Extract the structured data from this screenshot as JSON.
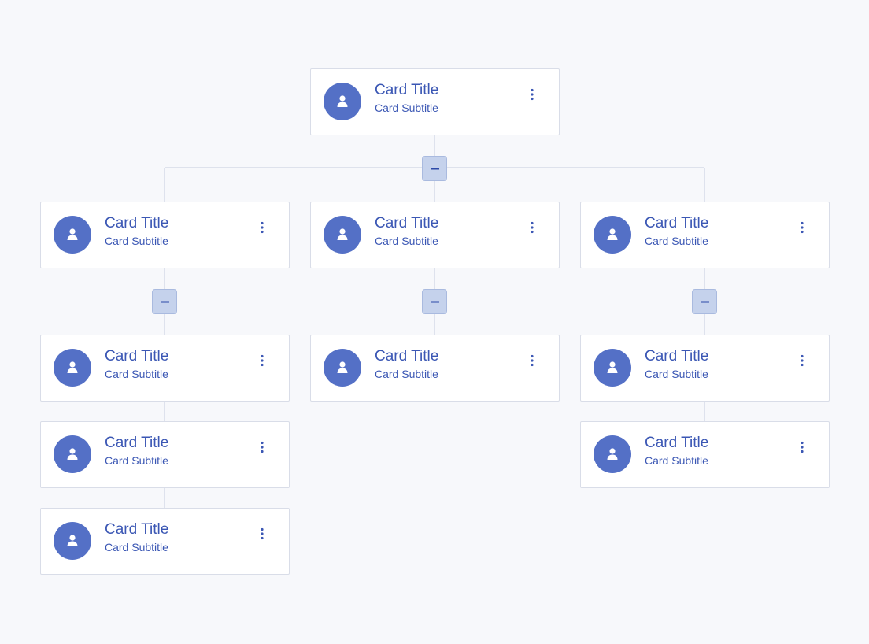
{
  "colors": {
    "background": "#f7f8fb",
    "card_border": "#d9dde8",
    "avatar": "#5470c6",
    "text": "#3b57b4",
    "toggle_fill": "#c5d2ec",
    "toggle_border": "#a9badf",
    "connector": "#d6dbe8"
  },
  "icons": {
    "avatar": "user-icon",
    "menu": "more-vertical-icon",
    "toggle": "minus-icon"
  },
  "nodes": {
    "root": {
      "title": "Card Title",
      "subtitle": "Card Subtitle"
    },
    "left": {
      "title": "Card Title",
      "subtitle": "Card Subtitle"
    },
    "middle": {
      "title": "Card Title",
      "subtitle": "Card Subtitle"
    },
    "right": {
      "title": "Card Title",
      "subtitle": "Card Subtitle"
    },
    "left_child_1": {
      "title": "Card Title",
      "subtitle": "Card Subtitle"
    },
    "left_child_2": {
      "title": "Card Title",
      "subtitle": "Card Subtitle"
    },
    "left_child_3": {
      "title": "Card Title",
      "subtitle": "Card Subtitle"
    },
    "middle_child_1": {
      "title": "Card Title",
      "subtitle": "Card Subtitle"
    },
    "right_child_1": {
      "title": "Card Title",
      "subtitle": "Card Subtitle"
    },
    "right_child_2": {
      "title": "Card Title",
      "subtitle": "Card Subtitle"
    }
  }
}
